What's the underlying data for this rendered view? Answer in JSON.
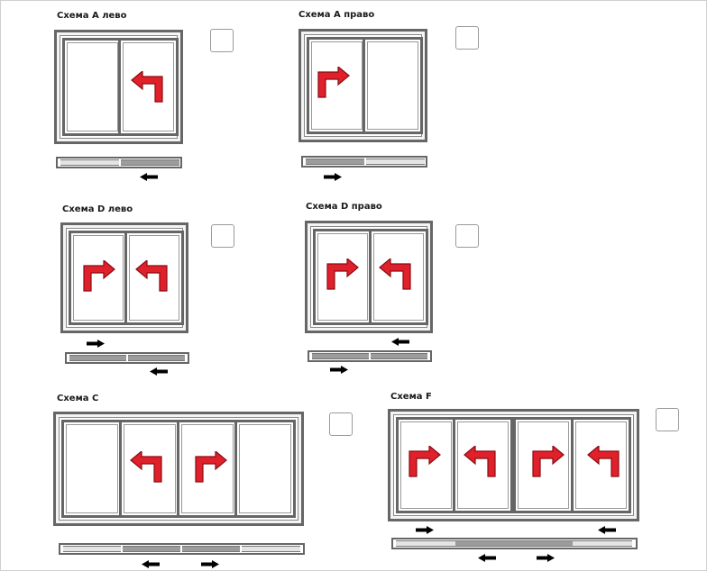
{
  "schemes": [
    {
      "id": "a-left",
      "title": "Схема А лево"
    },
    {
      "id": "a-right",
      "title": "Схема А право"
    },
    {
      "id": "d-left",
      "title": "Схема D лево"
    },
    {
      "id": "d-right",
      "title": "Схема D право"
    },
    {
      "id": "c",
      "title": "Схема C"
    },
    {
      "id": "f",
      "title": "Схема F"
    }
  ],
  "colors": {
    "frame": "#666666",
    "turn_arrow": "#e0202a",
    "slide_arrow": "#000000",
    "moving_panel": "#9c9c9c",
    "fixed_panel": "#e4e4e4",
    "checkbox_border": "#9a9a9a"
  },
  "icons": {
    "turn_left": "turn-left-arrow-icon",
    "turn_right": "turn-right-arrow-icon",
    "slide_left": "slide-left-arrow-icon",
    "slide_right": "slide-right-arrow-icon"
  }
}
